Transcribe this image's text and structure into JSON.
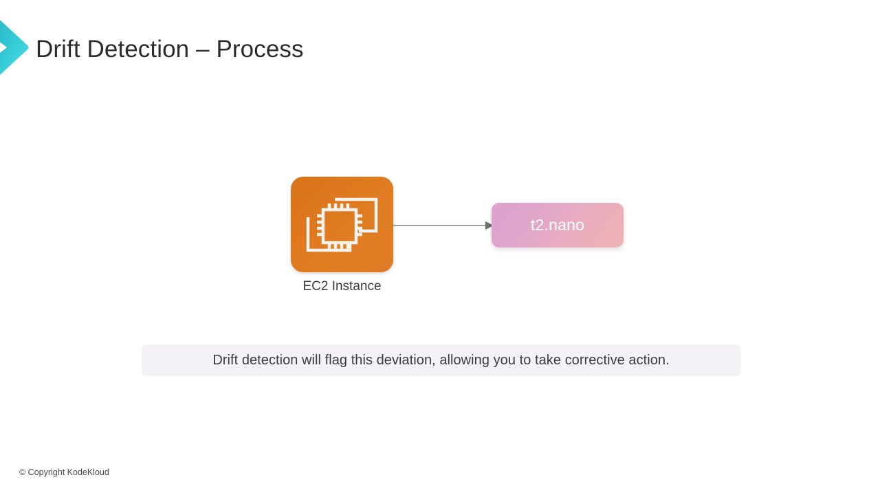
{
  "slide": {
    "title": "Drift Detection – Process",
    "brand_icon": "chevron-right-logo",
    "background_color": "#ffffff"
  },
  "diagram": {
    "nodes": [
      {
        "id": "ec2-instance",
        "icon": "ec2-chip-icon",
        "label": "EC2 Instance",
        "color_start": "#d9731a",
        "color_end": "#dd7a25",
        "text_color": "#3b3b3b"
      },
      {
        "id": "instance-type",
        "label": "t2.nano",
        "color_start": "#dda1cd",
        "color_end": "#efb2b3",
        "text_color": "#ffffff"
      }
    ],
    "connector": {
      "from": "ec2-instance",
      "to": "instance-type",
      "style": "arrow",
      "color": "#808080"
    }
  },
  "caption": {
    "text": "Drift detection will flag this deviation, allowing you to take corrective action.",
    "background_color": "#f4f2f6",
    "text_color": "#3a3a42"
  },
  "footer": {
    "copyright": "© Copyright KodeKloud"
  }
}
